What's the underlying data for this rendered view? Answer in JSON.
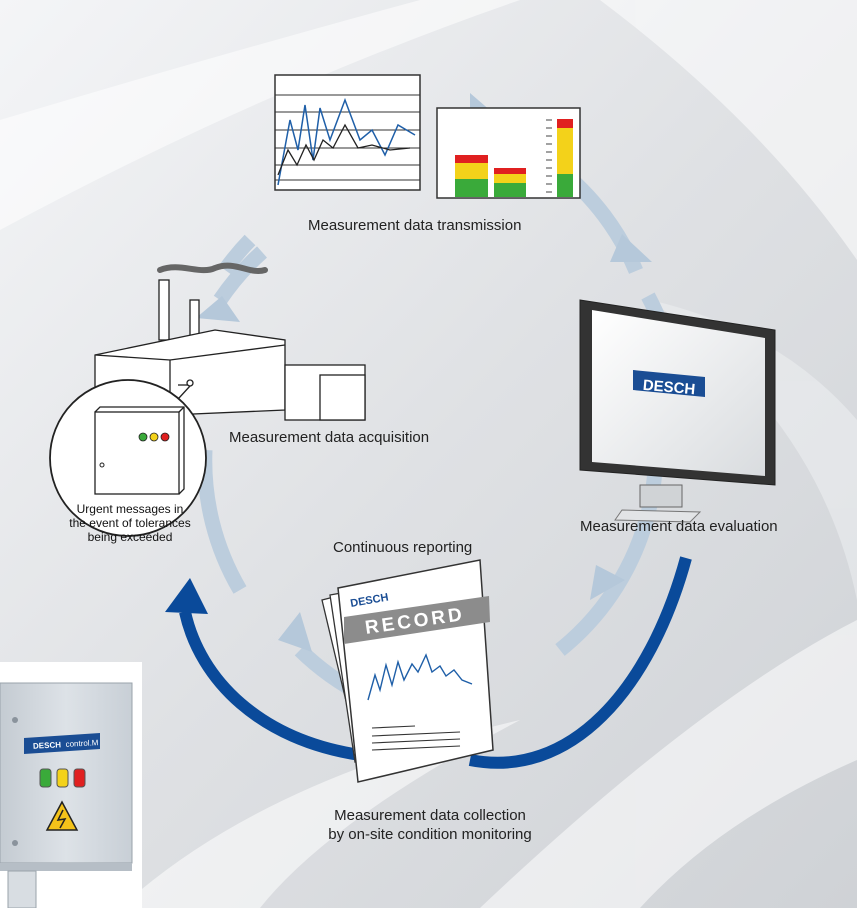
{
  "labels": {
    "transmission": "Measurement data transmission",
    "acquisition": "Measurement data acquisition",
    "evaluation": "Measurement data evaluation",
    "reporting": "Continuous reporting",
    "collection_line1": "Measurement data collection",
    "collection_line2": "by on-site condition monitoring",
    "urgent_line1": "Urgent messages in",
    "urgent_line2": "the event of tolerances",
    "urgent_line3": "being exceeded"
  },
  "monitor_logo": "DESCH",
  "record": {
    "brand": "DESCH",
    "title": "RECORD"
  },
  "control_box": {
    "logo": "DESCH",
    "model": "control.M"
  },
  "colors": {
    "cycle_arrow": "#bccddd",
    "report_arrow": "#0a4a9a",
    "brand_blue": "#1a4d94",
    "record_band": "#8c8c8c",
    "bar_red": "#e02020",
    "bar_yellow": "#f3d21a",
    "bar_green": "#3aaa3a",
    "chart_line_blue": "#1f5fa8"
  },
  "icons": [
    "factory-icon",
    "monitor-icon",
    "record-document-icon",
    "line-chart-icon",
    "bar-chart-icon",
    "control-cabinet-icon",
    "high-voltage-icon"
  ]
}
